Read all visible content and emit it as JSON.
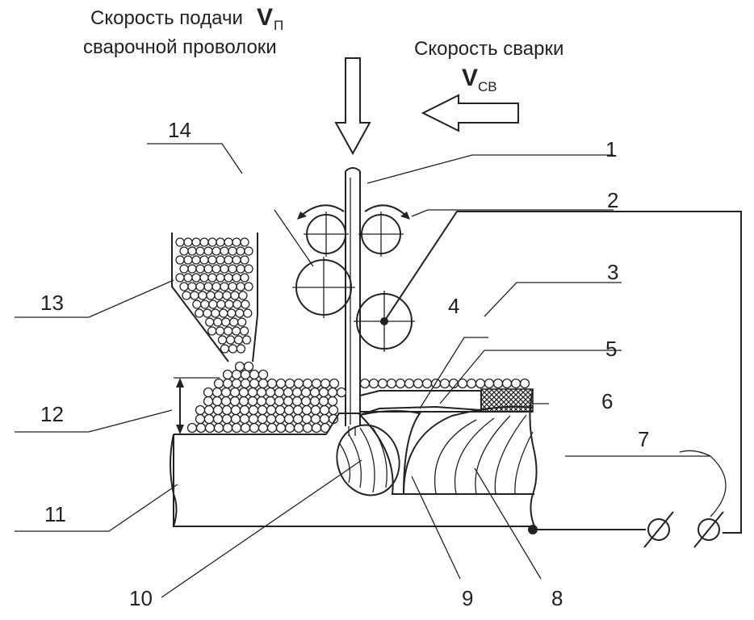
{
  "captions": {
    "feed_line1": "Скорость подачи",
    "feed_symbol": "V",
    "feed_subscript": "П",
    "feed_line2": "сварочной проволоки",
    "weld_line1": "Скорость сварки",
    "weld_symbol": "V",
    "weld_subscript": "СВ"
  },
  "labels": [
    "1",
    "2",
    "3",
    "4",
    "5",
    "6",
    "7",
    "8",
    "9",
    "10",
    "11",
    "12",
    "13",
    "14"
  ],
  "terminal_symbols": [
    "Ø",
    "Ø"
  ],
  "colors": {
    "line": "#222222",
    "background": "#ffffff"
  }
}
